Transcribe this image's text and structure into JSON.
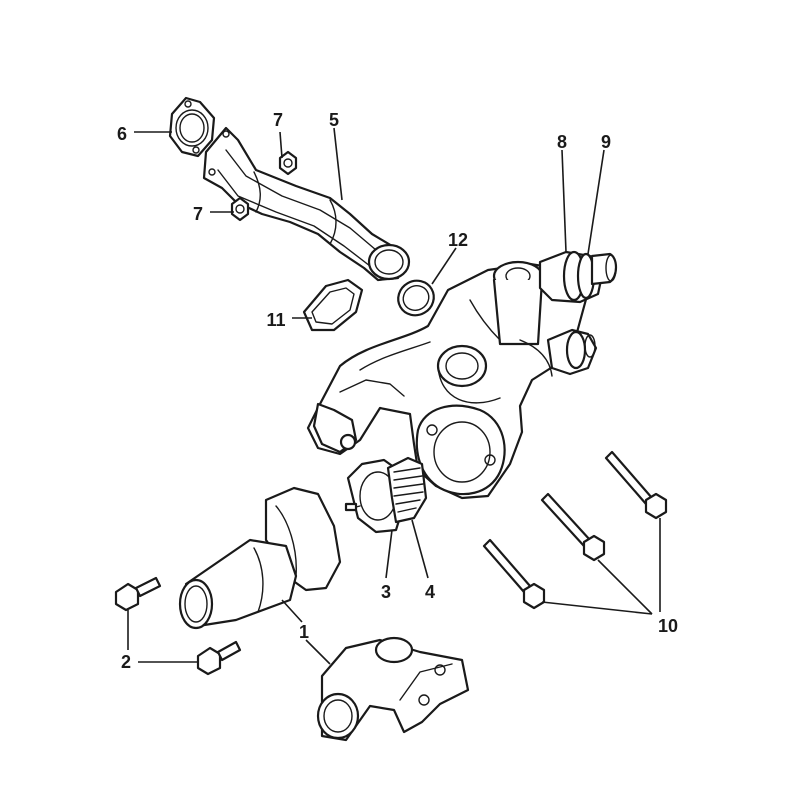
{
  "diagram": {
    "callouts": [
      {
        "id": "c1",
        "label": "1"
      },
      {
        "id": "c2",
        "label": "2"
      },
      {
        "id": "c3",
        "label": "3"
      },
      {
        "id": "c4",
        "label": "4"
      },
      {
        "id": "c5",
        "label": "5"
      },
      {
        "id": "c6",
        "label": "6"
      },
      {
        "id": "c7a",
        "label": "7"
      },
      {
        "id": "c7b",
        "label": "7"
      },
      {
        "id": "c8",
        "label": "8"
      },
      {
        "id": "c9",
        "label": "9"
      },
      {
        "id": "c10",
        "label": "10"
      },
      {
        "id": "c11",
        "label": "11"
      },
      {
        "id": "c12",
        "label": "12"
      }
    ]
  }
}
